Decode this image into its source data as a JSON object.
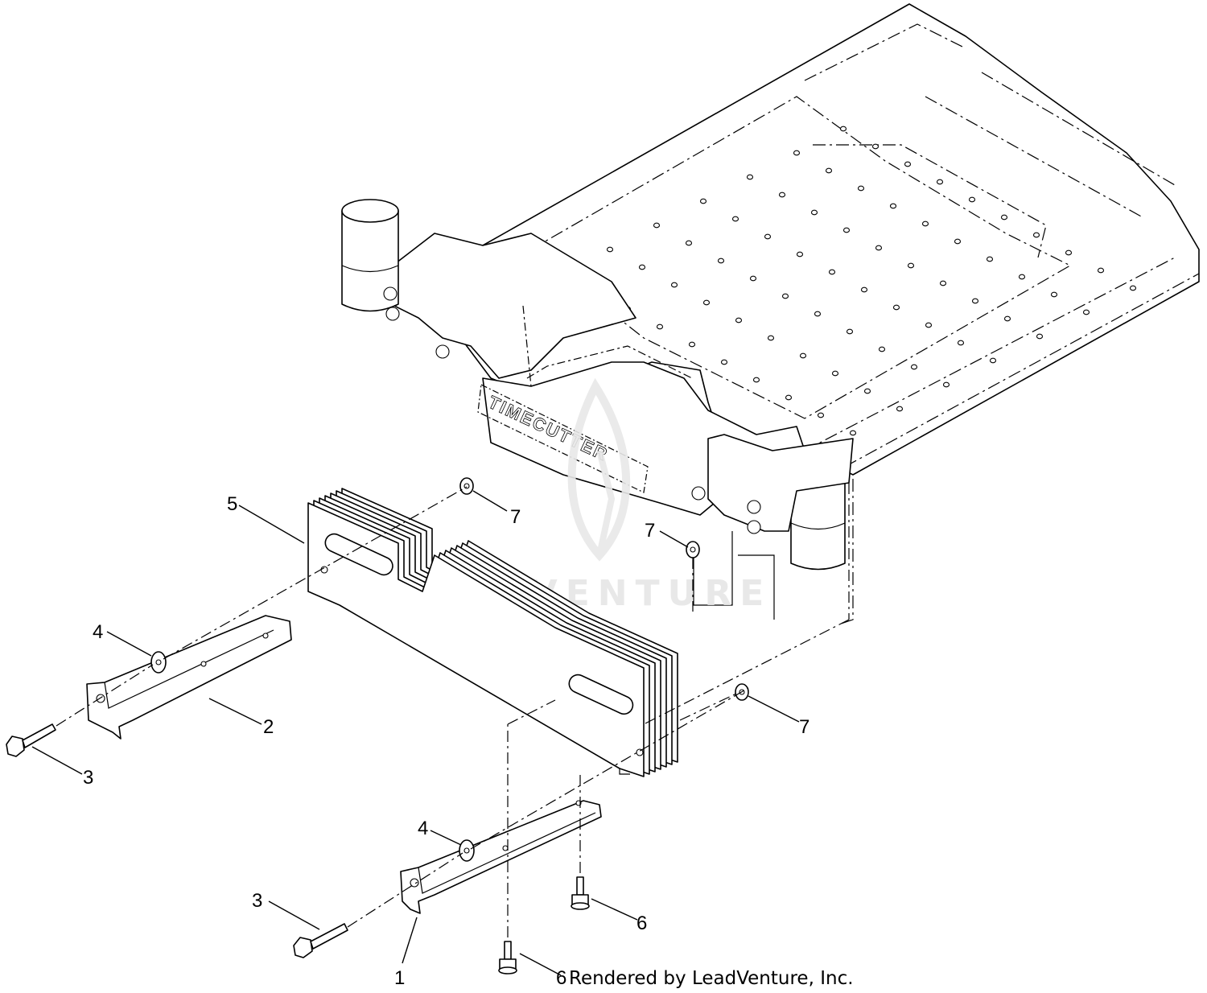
{
  "diagram": {
    "brand_label": "TIMECUTTER",
    "watermark_text": "LEADVENTURE",
    "footer_text": "Rendered by LeadVenture, Inc.",
    "callouts": [
      {
        "id": "c1",
        "label": "1"
      },
      {
        "id": "c2",
        "label": "2"
      },
      {
        "id": "c3a",
        "label": "3"
      },
      {
        "id": "c3b",
        "label": "3"
      },
      {
        "id": "c4a",
        "label": "4"
      },
      {
        "id": "c4b",
        "label": "4"
      },
      {
        "id": "c5",
        "label": "5"
      },
      {
        "id": "c6a",
        "label": "6"
      },
      {
        "id": "c6b",
        "label": "6"
      },
      {
        "id": "c7a",
        "label": "7"
      },
      {
        "id": "c7b",
        "label": "7"
      },
      {
        "id": "c7c",
        "label": "7"
      }
    ]
  }
}
